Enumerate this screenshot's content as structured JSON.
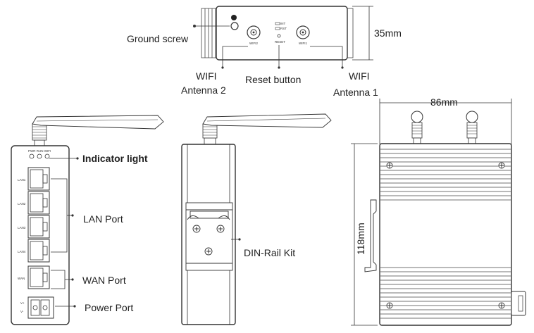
{
  "top_view": {
    "ground_screw": "Ground screw",
    "wifi_antenna_2": [
      "WIFI",
      "Antenna 2"
    ],
    "reset_button": "Reset button",
    "wifi_antenna_1": [
      "WIFI",
      "Antenna 1"
    ],
    "height_dim": "35mm",
    "port_wifi2": "WIFI2",
    "port_wifi1": "WIFI1",
    "port_reset": "RESET",
    "led_tag_1": "INT",
    "led_tag_2": "RST"
  },
  "front_view": {
    "indicator_light": "Indicator light",
    "lan_port": "LAN Port",
    "wan_port": "WAN Port",
    "power_port": "Power Port",
    "indicator_tags": "PWR RUN WIFI",
    "port_labels": [
      "LAN1",
      "LAN2",
      "LAN3",
      "LAN4",
      "WAN"
    ],
    "power_tags": [
      "V+",
      "V-"
    ]
  },
  "side_view": {
    "din_rail_kit": "DIN-Rail Kit"
  },
  "back_view": {
    "width_dim": "86mm",
    "height_dim": "118mm"
  }
}
